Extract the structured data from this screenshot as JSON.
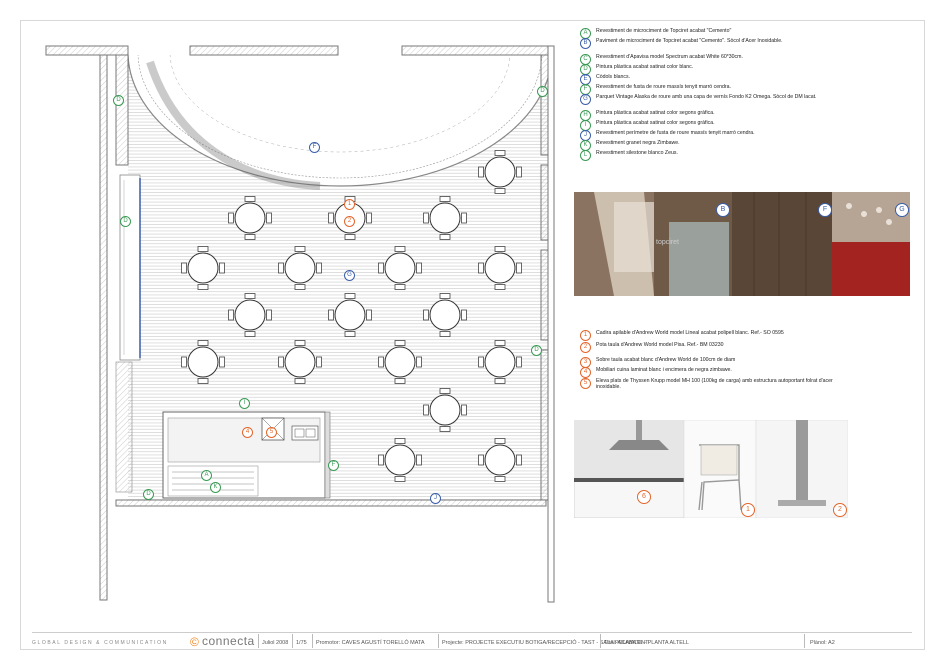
{
  "legend_materials": [
    {
      "code": "A",
      "color": "#3a9a55",
      "text": "Revestiment de microciment de Topciret acabat \"Cemento\""
    },
    {
      "code": "B",
      "color": "#3a5ea8",
      "text": "Paviment de microciment de Topciret acabat \"Cemento\". Sòcol d'Acer Inoxidable."
    },
    {
      "code": "C",
      "color": "#3a9a55",
      "text": "Revestiment d'Apavisa model Spectrum acabat White 60*30cm."
    },
    {
      "code": "D",
      "color": "#3a9a55",
      "text": "Pintura plàstica acabat satinat color blanc."
    },
    {
      "code": "E",
      "color": "#3a5ea8",
      "text": "Còdols blancs."
    },
    {
      "code": "F",
      "color": "#3a9a55",
      "text": "Revestiment de fusta de roure massís tenyit marró cendra."
    },
    {
      "code": "G",
      "color": "#3a5ea8",
      "text": "Parquet Vintage Alaska de roure amb una capa de vernís Fondo K2 Omega. Sòcol de DM lacat."
    },
    {
      "code": "H",
      "color": "#3a9a55",
      "text": "Pintura plàstica acabat satinat color segons gràfica."
    },
    {
      "code": "I",
      "color": "#3a9a55",
      "text": "Pintura plàstica acabat satinat color segons gràfica."
    },
    {
      "code": "J",
      "color": "#3a5ea8",
      "text": "Revestiment perímetre de fusta de roure massís tenyit marró cendra."
    },
    {
      "code": "K",
      "color": "#3a9a55",
      "text": "Revestiment granet negra Zimbawe."
    },
    {
      "code": "L",
      "color": "#3a9a55",
      "text": "Revestiment silestone blanco Zeus."
    }
  ],
  "legend_furniture": [
    {
      "code": "1",
      "text": "Cadira apilable d'Andrew World model Lineal acabat polipell blanc. Ref.- SO 0595"
    },
    {
      "code": "2",
      "text": "Pota taula d'Andrew World model Pisa. Ref.- BM 03230"
    },
    {
      "code": "3",
      "text": "Sobre taula acabat blanc d'Andrew World de 100cm de diam"
    },
    {
      "code": "4",
      "text": "Mobiliari cuina laminat blanc i encimera de negra zimbawe."
    },
    {
      "code": "5",
      "text": "Eleva plats de Thyssen Krupp model MH 100 (100kg de carga) amb estructura autoportant folrat d'acer inoxidable."
    }
  ],
  "plan_labels": [
    {
      "code": "D",
      "kind": "g"
    },
    {
      "code": "D",
      "kind": "g"
    },
    {
      "code": "D",
      "kind": "g"
    },
    {
      "code": "D",
      "kind": "g"
    },
    {
      "code": "D",
      "kind": "g"
    },
    {
      "code": "F",
      "kind": "b"
    },
    {
      "code": "G",
      "kind": "b"
    },
    {
      "code": "I",
      "kind": "g"
    },
    {
      "code": "F",
      "kind": "g"
    },
    {
      "code": "A",
      "kind": "g"
    },
    {
      "code": "K",
      "kind": "g"
    },
    {
      "code": "J",
      "kind": "b"
    },
    {
      "code": "1",
      "kind": "o"
    },
    {
      "code": "2",
      "kind": "o"
    },
    {
      "code": "4",
      "kind": "o"
    },
    {
      "code": "5",
      "kind": "o"
    }
  ],
  "photo_labels": [
    "B",
    "F",
    "G",
    "6",
    "1",
    "2"
  ],
  "photo_watermark": "topciret",
  "footer": {
    "brand_line": "GLOBAL DESIGN & COMMUNICATION",
    "logo_text": "connecta",
    "date": "Juliol 2008",
    "scale": "1/75",
    "promotor": "Promotor: CAVES AGUSTÍ TORELLÓ MATA",
    "projecte": "Projecte: PROJECTE EXECUTIU BOTIGA/RECEPCIÓ - TAST - SALA POLIVALENT",
    "titol": "Títol: ACABATS - PLANTA ALTELL",
    "plano": "Plànol: A2"
  },
  "colors": {
    "green": "#3a9a55",
    "blue": "#3a5ea8",
    "orange": "#e2662b",
    "wall": "#9a9a9a",
    "floor": "#cfcfcf"
  }
}
